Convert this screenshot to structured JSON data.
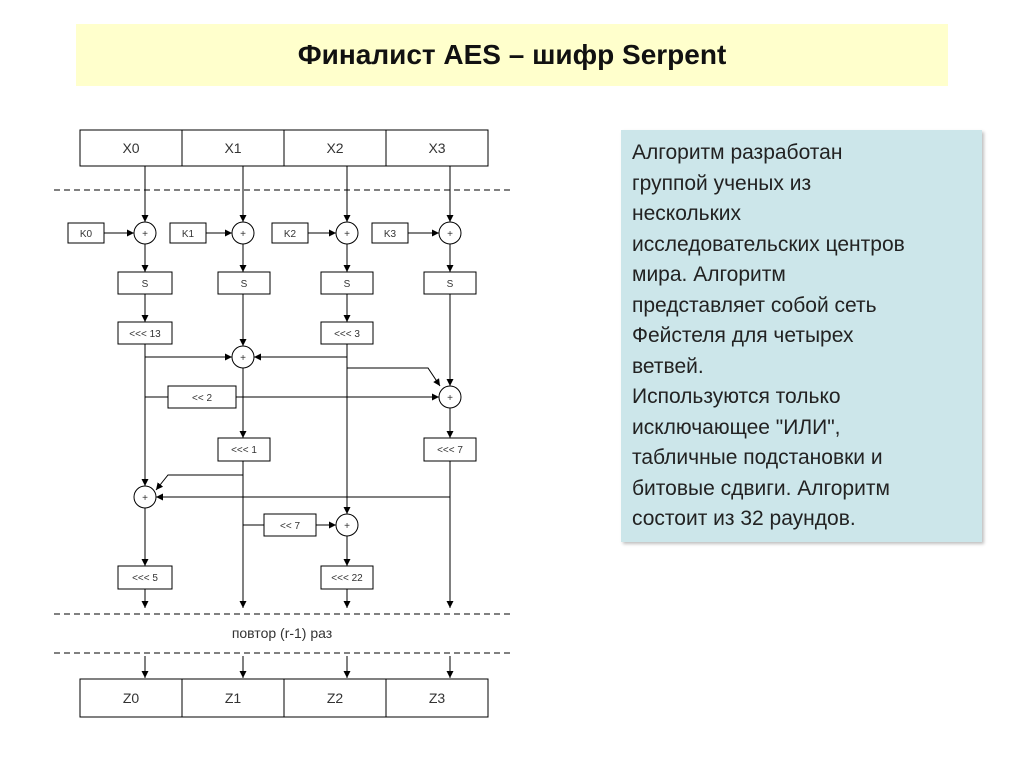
{
  "title": "Финалист AES – шифр Serpent",
  "description": [
    "Алгоритм разработан",
    "группой ученых из",
    "нескольких",
    "исследовательских центров",
    "мира. Алгоритм",
    "представляет собой сеть",
    "Фейстеля для четырех",
    "ветвей.",
    "Используются только",
    "исключающее \"ИЛИ\",",
    "табличные подстановки и",
    "битовые сдвиги. Алгоритм",
    "состоит из 32 раундов."
  ],
  "diagram": {
    "inputs": [
      "X0",
      "X1",
      "X2",
      "X3"
    ],
    "keys": [
      "K0",
      "K1",
      "K2",
      "K3"
    ],
    "sbox_label": "S",
    "xor_symbol": "+",
    "rot13": "<<< 13",
    "rot3": "<<< 3",
    "shl2": "<< 2",
    "rot1": "<<< 1",
    "rot7": "<<< 7",
    "shl7": "<< 7",
    "rot5": "<<< 5",
    "rot22": "<<< 22",
    "repeat_label": "повтор (r-1) раз",
    "outputs": [
      "Z0",
      "Z1",
      "Z2",
      "Z3"
    ]
  }
}
